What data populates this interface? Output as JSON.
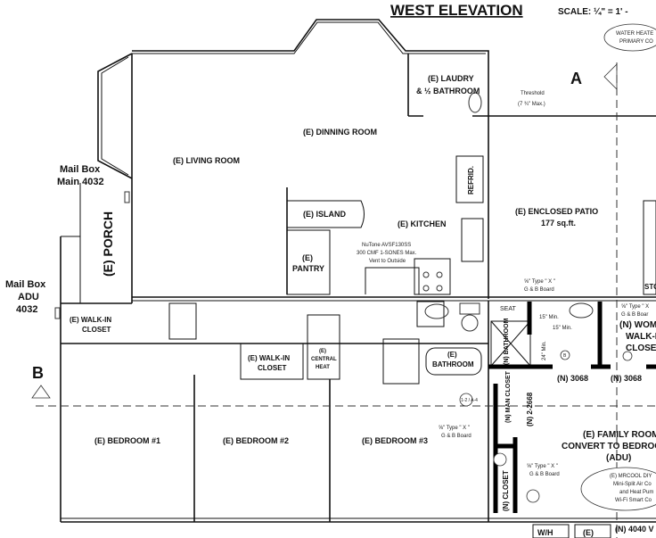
{
  "header": {
    "title": "WEST ELEVATION",
    "scale": "SCALE:  ¼\" = 1' -"
  },
  "notes": {
    "water_heater_1": "WATER HEATE",
    "water_heater_2": "PRIMARY CO",
    "threshold_1": "Threshold",
    "threshold_2": "(7 ¾\" Max.)",
    "vent_1": "NuTone AVSF130SS",
    "vent_2": "300 CMF 1-SONES Max.",
    "vent_3": "Vent to Outside",
    "board_1a": "⅝\" Type \" X \"",
    "board_1b": "G & B Board",
    "board_2a": "⅝\" Type \" X",
    "board_2b": "G & B Boar",
    "board_3a": "⅝\" Type \" X \"",
    "board_3b": "G & B Board",
    "board_4a": "⅝\" Type \" X \"",
    "board_4b": "G & B Board",
    "min15a": "15\" Min.",
    "min15b": "15\" Min.",
    "min24": "24\" Min.",
    "mrcool_1": "(E) MRCOOL DIY",
    "mrcool_2": "Mini-Split Air Co",
    "mrcool_3": "and Heat Pum",
    "mrcool_4": "Wi-Fi Smart Co",
    "detail_ref": "1-2 / A-4",
    "b_marker": "B"
  },
  "section_markers": {
    "a": "A",
    "b": "B"
  },
  "mailboxes": {
    "main_1": "Mail Box",
    "main_2": "Main 4032",
    "adu_1": "Mail Box",
    "adu_2": "ADU",
    "adu_3": "4032"
  },
  "rooms": {
    "porch": "(E) PORCH",
    "living": "(E) LIVING ROOM",
    "dining": "(E) DINNING ROOM",
    "laundry_1": "(E) LAUDRY",
    "laundry_2": "& ½ BATHROOM",
    "refrid": "REFRID.",
    "island": "(E) ISLAND",
    "kitchen": "(E) KITCHEN",
    "pantry_1": "(E)",
    "pantry_2": "PANTRY",
    "patio_1": "(E) ENCLOSED PATIO",
    "patio_2": "177 sq.ft.",
    "walkin_1a": "(E) WALK-IN",
    "walkin_1b": "CLOSET",
    "walkin_2a": "(E) WALK-IN",
    "walkin_2b": "CLOSET",
    "central_1": "(E)",
    "central_2": "CENTRAL",
    "central_3": "HEAT",
    "bath_e_1": "(E)",
    "bath_e_2": "BATHROOM",
    "seat": "SEAT",
    "bath_n": "(N) BATHROOM",
    "womens_1": "(N) WOM",
    "womens_2": "WALK-I",
    "womens_3": "CLOSE",
    "door_1": "(N) 3068",
    "door_2": "(N) 3068",
    "door_3": "(N) 2-2668",
    "man_closet": "(N) MAN CLOSET",
    "closet": "(N) CLOSET",
    "bed1": "(E) BEDROOM #1",
    "bed2": "(E) BEDROOM #2",
    "bed3": "(E) BEDROOM #3",
    "family_1": "(E) FAMILY ROOM",
    "family_2": "CONVERT TO BEDROO",
    "family_3": "(ADU)",
    "wh": "W/H",
    "e_small": "(E)",
    "window": "(N) 4040 V",
    "sto": "STO"
  }
}
